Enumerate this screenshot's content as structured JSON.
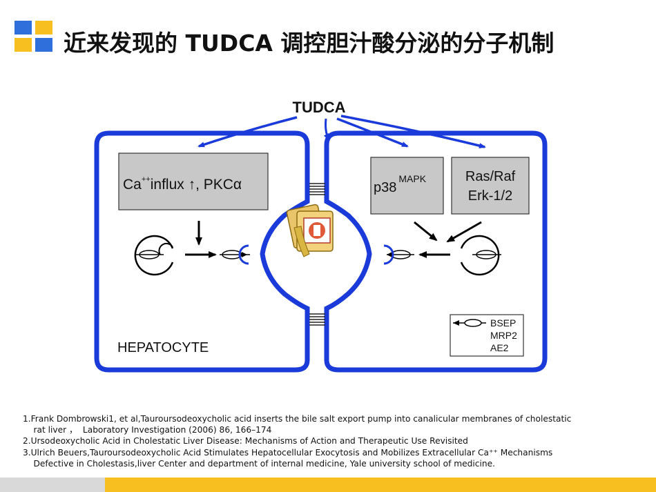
{
  "title": "近来发现的 TUDCA 调控胆汁酸分泌的分子机制",
  "colors": {
    "logo_blue": "#2e6fdc",
    "logo_yellow": "#f7bf1f",
    "cell_blue": "#1a3ad9",
    "box_gray": "#c8c8c8",
    "bar_yellow": "#f7bf1f",
    "bar_gray": "#d9d9d9"
  },
  "diagram": {
    "tudca_label": "TUDCA",
    "left_cell": {
      "box_text": "Ca",
      "box_superscript": "++",
      "box_text_rest": "influx ↑, PKCα",
      "cell_label": "HEPATOCYTE"
    },
    "right_cell": {
      "p38_label": "p38",
      "p38_superscript": "MAPK",
      "ras_line1": "Ras/Raf",
      "ras_line2": "Erk-1/2"
    },
    "legend": {
      "line1": "BSEP",
      "line2": "MRP2",
      "line3": "AE2"
    },
    "center_icon": "presentation-clipart-icon"
  },
  "references": [
    "1.Frank Dombrowski1, et al,Tauroursodeoxycholic acid inserts the bile salt export pump into canalicular membranes of cholestatic",
    "    rat liver ，  Laboratory Investigation (2006) 86, 166–174",
    "2.Ursodeoxycholic Acid in Cholestatic Liver Disease: Mechanisms of Action and Therapeutic Use Revisited",
    "3.Ulrich Beuers,Tauroursodeoxycholic Acid Stimulates Hepatocellular Exocytosis and Mobilizes Extracellular Ca⁺⁺ Mechanisms",
    "    Defective in Cholestasis,liver Center and department of internal medicine, Yale university school of medicine."
  ]
}
